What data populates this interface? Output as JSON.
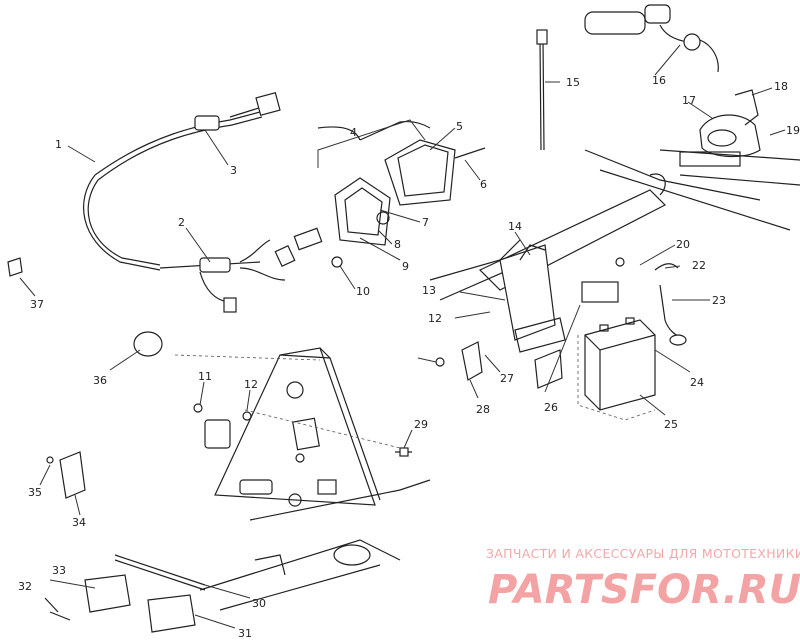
{
  "callouts": [
    {
      "id": "1",
      "label": "1"
    },
    {
      "id": "2",
      "label": "2"
    },
    {
      "id": "3",
      "label": "3"
    },
    {
      "id": "4",
      "label": "4"
    },
    {
      "id": "5",
      "label": "5"
    },
    {
      "id": "6",
      "label": "6"
    },
    {
      "id": "7",
      "label": "7"
    },
    {
      "id": "8",
      "label": "8"
    },
    {
      "id": "9",
      "label": "9"
    },
    {
      "id": "10",
      "label": "10"
    },
    {
      "id": "11",
      "label": "11"
    },
    {
      "id": "12a",
      "label": "12"
    },
    {
      "id": "12b",
      "label": "12"
    },
    {
      "id": "13",
      "label": "13"
    },
    {
      "id": "14",
      "label": "14"
    },
    {
      "id": "15",
      "label": "15"
    },
    {
      "id": "16",
      "label": "16"
    },
    {
      "id": "17",
      "label": "17"
    },
    {
      "id": "18",
      "label": "18"
    },
    {
      "id": "19",
      "label": "19"
    },
    {
      "id": "20",
      "label": "20"
    },
    {
      "id": "21",
      "label": "21"
    },
    {
      "id": "22",
      "label": "22"
    },
    {
      "id": "23",
      "label": "23"
    },
    {
      "id": "24",
      "label": "24"
    },
    {
      "id": "25",
      "label": "25"
    },
    {
      "id": "26",
      "label": "26"
    },
    {
      "id": "27",
      "label": "27"
    },
    {
      "id": "28",
      "label": "28"
    },
    {
      "id": "29",
      "label": "29"
    },
    {
      "id": "30",
      "label": "30"
    },
    {
      "id": "31",
      "label": "31"
    },
    {
      "id": "32",
      "label": "32"
    },
    {
      "id": "33",
      "label": "33"
    },
    {
      "id": "34",
      "label": "34"
    },
    {
      "id": "35",
      "label": "35"
    },
    {
      "id": "36",
      "label": "36"
    },
    {
      "id": "37",
      "label": "37"
    }
  ],
  "watermark": {
    "tagline": "ЗАПЧАСТИ И АКСЕССУАРЫ ДЛЯ МОТОТЕХНИКИ",
    "logo": "PARTSFOR.RU"
  }
}
